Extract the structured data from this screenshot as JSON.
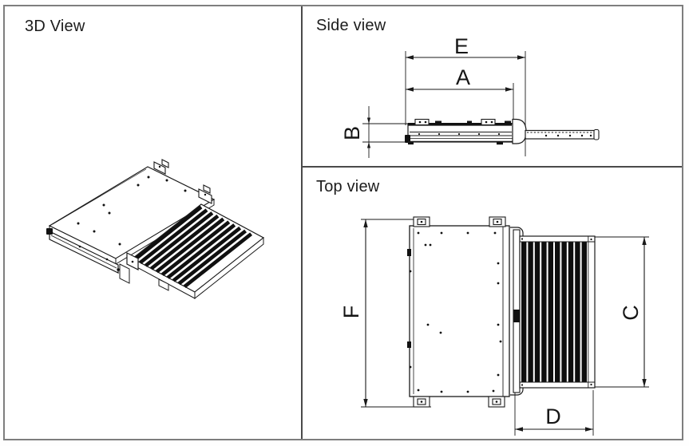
{
  "sheet": {
    "background": "#ffffff",
    "frame_color": "#7e7e7e",
    "divider_color": "#4a4a4a",
    "line_color": "#1a1a1a"
  },
  "panel_3d": {
    "title": "3D View"
  },
  "panel_side": {
    "title": "Side view",
    "dim_overall_length": "E",
    "dim_housing_length": "A",
    "dim_height": "B"
  },
  "panel_top": {
    "title": "Top view",
    "dim_body_length": "F",
    "dim_tread_depth": "C",
    "dim_tread_width": "D"
  }
}
